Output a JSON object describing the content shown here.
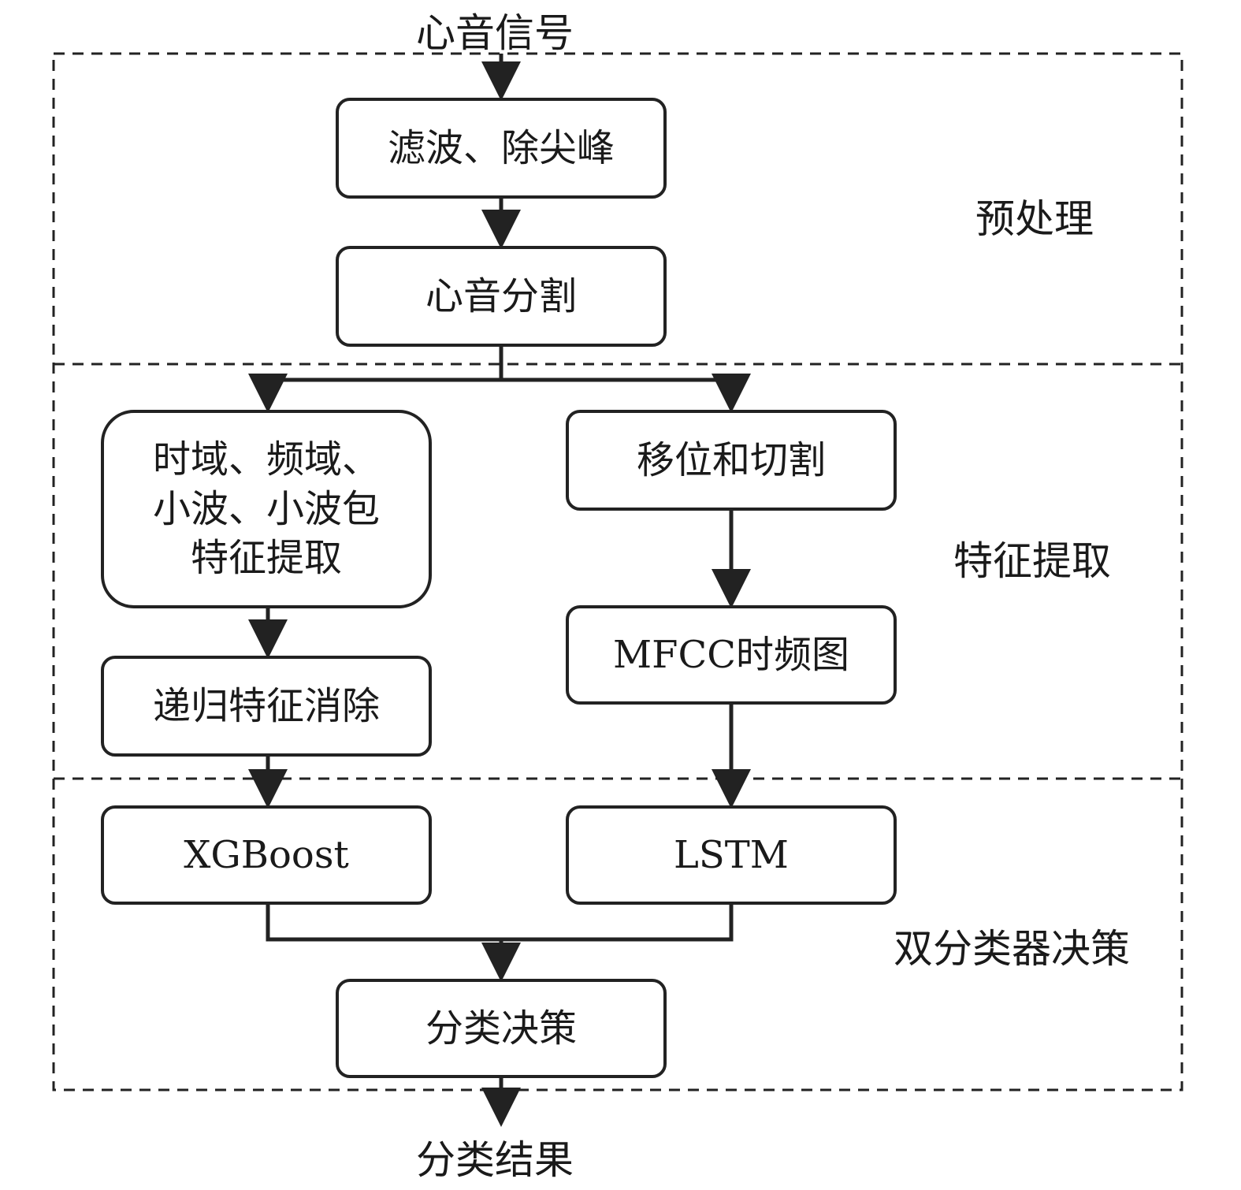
{
  "input": "心音信号",
  "output": "分类结果",
  "stages": {
    "preprocess": "预处理",
    "feature": "特征提取",
    "decision": "双分类器决策"
  },
  "nodes": {
    "filter": "滤波、除尖峰",
    "segment": "心音分割",
    "features_lines": [
      "时域、频域、",
      "小波、小波包",
      "特征提取"
    ],
    "rfe": "递归特征消除",
    "shift": "移位和切割",
    "mfcc": "MFCC时频图",
    "xgboost": "XGBoost",
    "lstm": "LSTM",
    "decide": "分类决策"
  }
}
